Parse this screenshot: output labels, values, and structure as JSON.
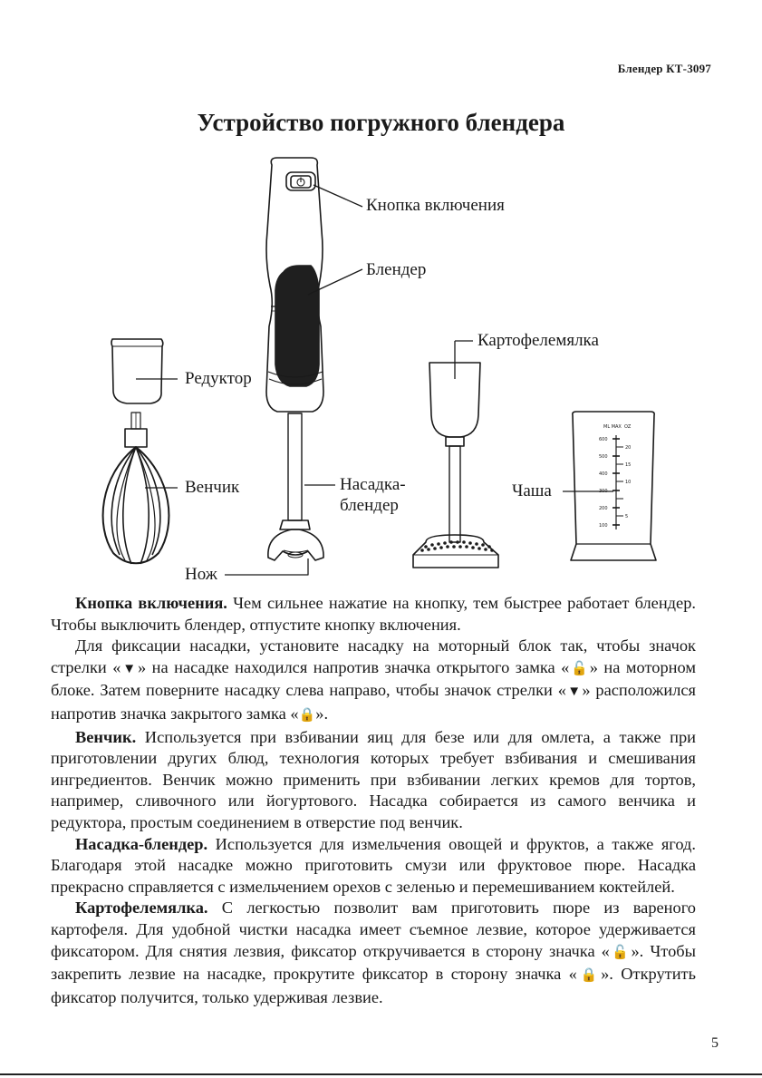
{
  "header": {
    "model": "Блендер КТ-3097"
  },
  "title": "Устройство погружного блендера",
  "figure": {
    "labels": {
      "power_button": "Кнопка включения",
      "blender": "Блендер",
      "reducer": "Редуктор",
      "whisk": "Венчик",
      "blender_attachment_line1": "Насадка-",
      "blender_attachment_line2": "блендер",
      "masher": "Картофелемялка",
      "bowl": "Чаша",
      "knife": "Нож"
    },
    "cup_scale": {
      "header_left": "ML MAX",
      "header_right": "OZ",
      "ml_marks": [
        "600",
        "500",
        "400",
        "300",
        "200",
        "100"
      ],
      "oz_marks": [
        "20",
        "15",
        "10",
        "5"
      ]
    }
  },
  "paragraphs": {
    "p1_bold": "Кнопка включения.",
    "p1_text": " Чем сильнее нажатие на кнопку, тем быстрее работает блендер. Чтобы выключить блендер, отпустите кнопку включения.",
    "p2_a": "Для фиксации насадки, установите насадку на моторный блок так, чтобы значок стрелки «",
    "p2_b": "» на насадке находился напротив значка открытого замка «",
    "p2_c": "» на моторном блоке. Затем поверните насадку слева направо, чтобы значок стрелки «",
    "p2_d": "» расположился напротив значка закрытого замка «",
    "p2_e": "».",
    "p3_bold": "Венчик.",
    "p3_text": " Используется при взбивании яиц для безе или для омлета, а также при приготовлении других блюд, технология которых требует взбивания и смешивания ингредиентов. Венчик можно применить при взбивании легких кремов для тортов, например, сливочного или йогуртового. Насадка собирается из самого венчика и редуктора, простым соединением в отверстие под венчик.",
    "p4_bold": "Насадка-блендер.",
    "p4_text": " Используется для измельчения овощей и фруктов, а также ягод. Благодаря этой насадке можно приготовить смузи или фруктовое пюре. Насадка прекрасно справляется с измельчением орехов с зеленью и перемешиванием коктейлей.",
    "p5_bold": "Картофелемялка.",
    "p5_a": " С легкостью позволит вам приготовить пюре из вареного картофеля. Для удобной чистки насадка имеет съемное лезвие, которое удерживается фиксатором. Для снятия лезвия, фиксатор откручивается в сторону значка «",
    "p5_b": "». Чтобы закрепить лезвие на насадке, прокрутите фиксатор в сторону значка «",
    "p5_c": "». Открутить фиксатор получится, только удерживая лезвие."
  },
  "glyphs": {
    "arrow": "▼",
    "lock_open": "🔓",
    "lock_closed": "🔒"
  },
  "page_number": "5"
}
